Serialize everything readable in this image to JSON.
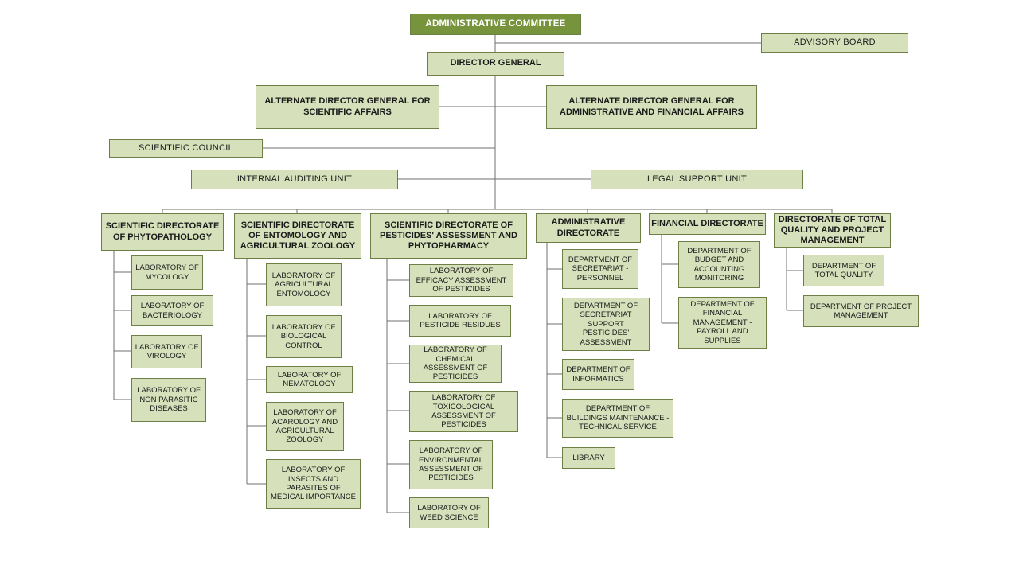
{
  "top": {
    "administrative_committee": "ADMINISTRATIVE  COMMITTEE",
    "advisory_board": "ADVISORY BOARD",
    "director_general": "DIRECTOR  GENERAL",
    "alt_scientific": "ALTERNATE  DIRECTOR  GENERAL  FOR SCIENTIFIC  AFFAIRS",
    "alt_administrative": "ALTERNATE  DIRECTOR  GENERAL  FOR ADMINISTRATIVE  AND FINANCIAL AFFAIRS",
    "scientific_council": "SCIENTIFIC COUNCIL",
    "internal_auditing": "INTERNAL  AUDITING  UNIT",
    "legal_support": "LEGAL SUPPORT UNIT"
  },
  "directorates": [
    {
      "name": "SCIENTIFIC DIRECTORATE OF PHYTOPATHOLOGY",
      "units": [
        "LABORATORY OF MYCOLOGY",
        "LABORATORY OF BACTERIOLOGY",
        "LABORATORY OF VIROLOGY",
        "LABORATORY OF NON PARASITIC DISEASES"
      ]
    },
    {
      "name": "SCIENTIFIC DIRECTORATE OF ENTOMOLOGY AND AGRICULTURAL ZOOLOGY",
      "units": [
        "LABORATORY OF AGRICULTURAL ENTOMOLOGY",
        "LABORATORY OF BIOLOGICAL CONTROL",
        "LABORATORY OF NEMATOLOGY",
        "LABORATORY OF ACAROLOGY AND AGRICULTURAL ZOOLOGY",
        "LABORATORY OF INSECTS AND PARASITES OF MEDICAL IMPORTANCE"
      ]
    },
    {
      "name": "SCIENTIFIC DIRECTORATE OF PESTICIDES' ASSESSMENT AND PHYTOPHARMACY",
      "units": [
        "LABORATORY OF EFFICACY ASSESSMENT OF PESTICIDES",
        "LABORATORY OF PESTICIDE RESIDUES",
        "LABORATORY OF CHEMICAL ASSESSMENT OF PESTICIDES",
        "LABORATORY OF TOXICOLOGICAL ASSESSMENT OF PESTICIDES",
        "LABORATORY OF ENVIRONMENTAL ASSESSMENT OF PESTICIDES",
        "LABORATORY OF WEED SCIENCE"
      ]
    },
    {
      "name": "ADMINISTRATIVE DIRECTORATE",
      "units": [
        "DEPARTMENT OF SECRETARIAT - PERSONNEL",
        "DEPARTMENT OF SECRETARIAT SUPPORT PESTICIDES' ASSESSMENT",
        "DEPARTMENT OF INFORMATICS",
        "DEPARTMENT OF BUILDINGS MAINTENANCE - TECHNICAL SERVICE",
        "LIBRARY"
      ]
    },
    {
      "name": "FINANCIAL DIRECTORATE",
      "units": [
        "DEPARTMENT OF BUDGET AND ACCOUNTING MONITORING",
        "DEPARTMENT OF FINANCIAL MANAGEMENT - PAYROLL AND SUPPLIES"
      ]
    },
    {
      "name": "DIRECTORATE OF TOTAL QUALITY AND PROJECT MANAGEMENT",
      "units": [
        "DEPARTMENT OF TOTAL QUALITY",
        "DEPARTMENT OF PROJECT MANAGEMENT"
      ]
    }
  ]
}
